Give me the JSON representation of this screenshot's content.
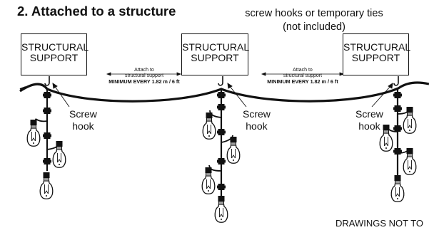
{
  "heading": {
    "title": "2. Attached to a structure"
  },
  "note": {
    "line1": "screw hooks or temporary ties",
    "line2": "(not included)"
  },
  "supports": [
    {
      "line1": "STRUCTURAL",
      "line2": "SUPPORT"
    },
    {
      "line1": "STRUCTURAL",
      "line2": "SUPPORT"
    },
    {
      "line1": "STRUCTURAL",
      "line2": "SUPPORT"
    }
  ],
  "attach_labels": [
    {
      "line1": "Attach to",
      "line2": "structural support",
      "min": "MINIMUM EVERY 1.82 m / 6 ft"
    },
    {
      "line1": "Attach to",
      "line2": "structural support",
      "min": "MINIMUM EVERY 1.82 m / 6 ft"
    }
  ],
  "hook_labels": [
    {
      "line1": "Screw",
      "line2": "hook"
    },
    {
      "line1": "Screw",
      "line2": "hook"
    },
    {
      "line1": "Screw",
      "line2": "hook"
    }
  ],
  "footer": {
    "text": "DRAWINGS NOT TO"
  }
}
